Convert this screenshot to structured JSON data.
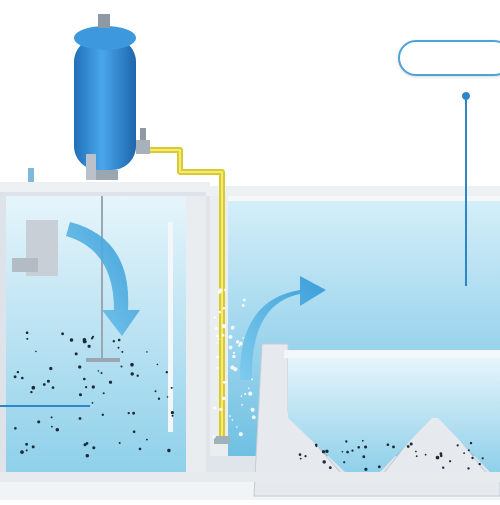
{
  "figure": {
    "kind": "water treatment tank cross-section",
    "components": [
      {
        "name": "pressure-vessel",
        "color": "#2f8fd8"
      },
      {
        "name": "air-supply-pipe",
        "color": "#e8d43a"
      },
      {
        "name": "mixing-chamber"
      },
      {
        "name": "flotation-chamber"
      },
      {
        "name": "sludge-hoppers"
      }
    ],
    "flow_arrows": 2,
    "callouts": [
      {
        "name": "top-right-callout",
        "text": ""
      },
      {
        "name": "left-callout",
        "text": ""
      }
    ]
  },
  "colors": {
    "water_light": "#dff2fa",
    "water_mid": "#a9dcef",
    "water_deep": "#7cc6e6",
    "wall": "#e6eaee",
    "wall_edge": "#c4ccd3",
    "arrow": "#3aa7dc",
    "callout_line": "#2f86c6",
    "pipe_yellow": "#d9cb2e",
    "vessel": "#2f8fd8"
  }
}
